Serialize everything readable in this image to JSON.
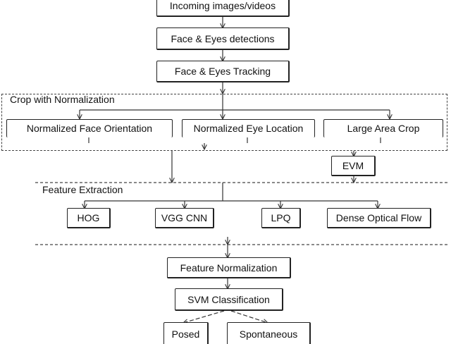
{
  "nodes": {
    "incoming": "Incoming images/videos",
    "detection": "Face & Eyes detections",
    "tracking": "Face & Eyes Tracking",
    "norm_face": "Normalized Face Orientation",
    "norm_eye": "Normalized Eye Location",
    "large_crop": "Large Area Crop",
    "evm": "EVM",
    "hog": "HOG",
    "vgg": "VGG CNN",
    "lpq": "LPQ",
    "dense_flow": "Dense Optical Flow",
    "feature_norm": "Feature Normalization",
    "svm": "SVM Classification",
    "posed": "Posed",
    "spontaneous": "Spontaneous"
  },
  "groups": {
    "crop": "Crop with Normalization",
    "feature_extraction": "Feature Extraction"
  }
}
